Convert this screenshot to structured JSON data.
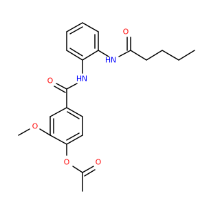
{
  "molecule": {
    "atoms": {
      "amide_o_top": "O",
      "amide_nh_top_n": "N",
      "amide_nh_top_h": "H",
      "amide_nh_mid_n": "N",
      "amide_nh_mid_h": "H",
      "carbonyl_o_mid": "O",
      "methoxy_o": "O",
      "ester_o": "O",
      "acetyl_o": "O"
    },
    "colors": {
      "bond": "#000000",
      "oxygen": "#ff0d0d",
      "nitrogen": "#0000ff"
    }
  }
}
